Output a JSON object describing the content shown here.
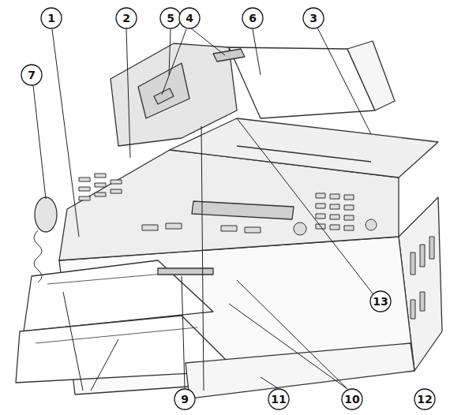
{
  "diagram": {
    "labels": [
      "1",
      "2",
      "5",
      "4",
      "6",
      "3",
      "7",
      "13",
      "9",
      "11",
      "10",
      "12"
    ]
  }
}
